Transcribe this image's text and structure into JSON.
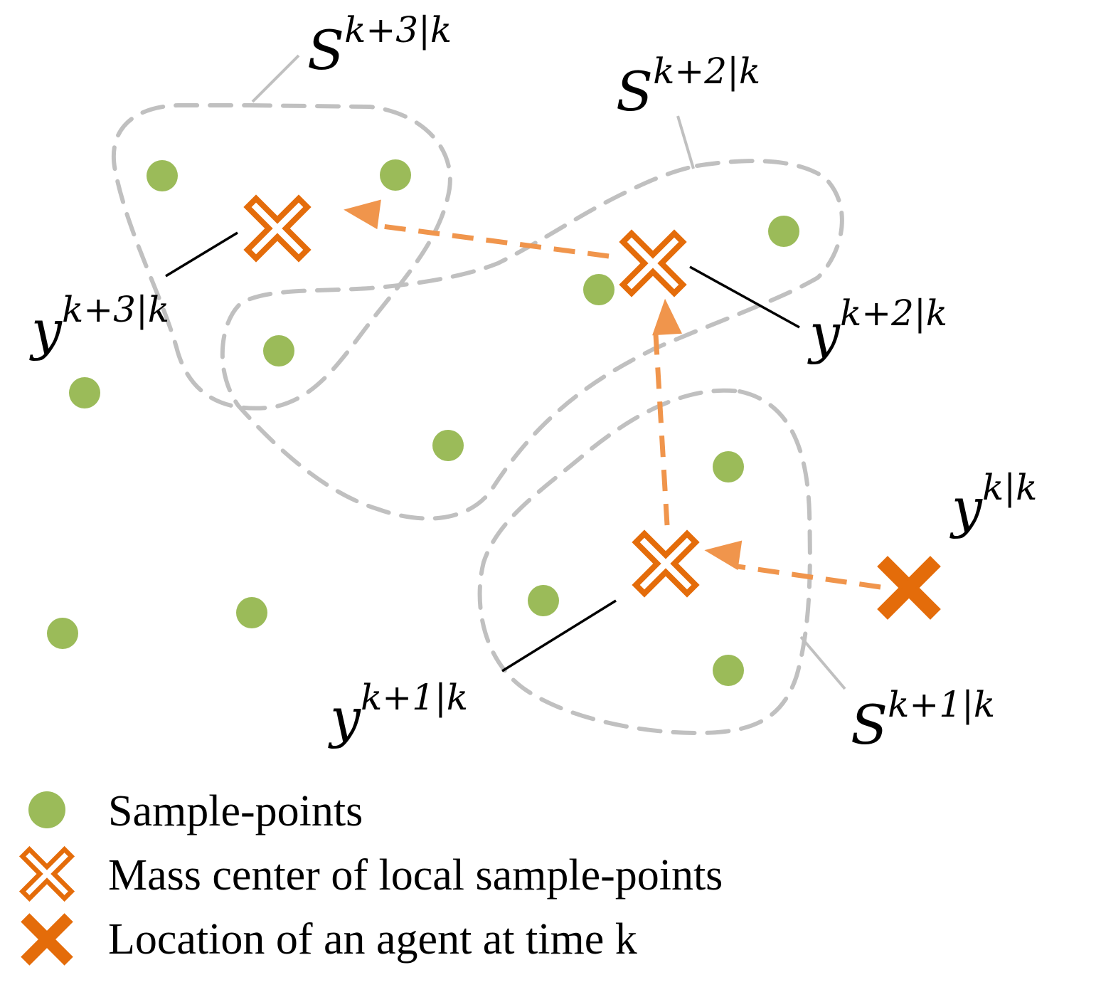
{
  "colors": {
    "sample_point": "#9bbb59",
    "mass_center": "#e46c0a",
    "agent": "#e46c0a",
    "trajectory": "#f0954c",
    "region_outline": "#c0c0c0"
  },
  "labels": {
    "s3": {
      "base": "S",
      "sup": "k+3|k"
    },
    "s2": {
      "base": "S",
      "sup": "k+2|k"
    },
    "s1": {
      "base": "S",
      "sup": "k+1|k"
    },
    "y3": {
      "base": "y",
      "sup": "k+3|k"
    },
    "y2": {
      "base": "y",
      "sup": "k+2|k"
    },
    "y1": {
      "base": "y",
      "sup": "k+1|k"
    },
    "y0": {
      "base": "y",
      "sup": "k|k"
    }
  },
  "legend": {
    "items": [
      {
        "icon": "green-dot-icon",
        "label": "Sample-points"
      },
      {
        "icon": "hollow-cross-icon",
        "label": "Mass center of local sample-points"
      },
      {
        "icon": "solid-cross-icon",
        "label": "Location of an agent at time k"
      }
    ]
  }
}
